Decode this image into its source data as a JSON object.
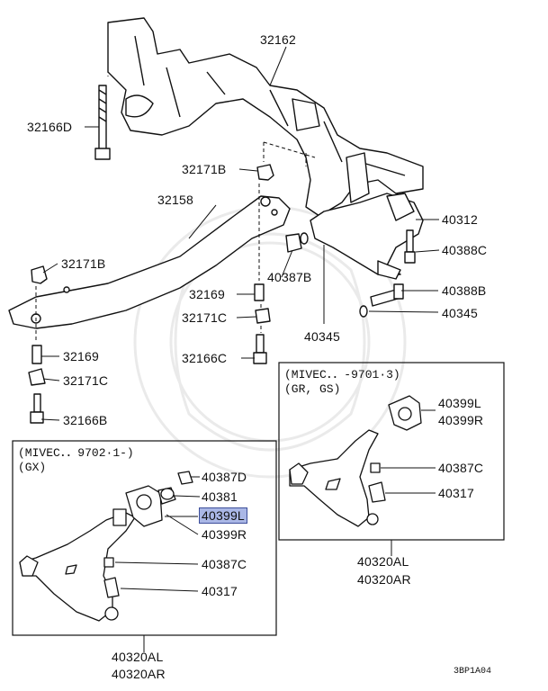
{
  "labels": {
    "l32162": "32162",
    "l32166d": "32166D",
    "l32171b_a": "32171B",
    "l32158": "32158",
    "l40312": "40312",
    "l40388c": "40388C",
    "l32171b_b": "32171B",
    "l40387b": "40387B",
    "l32169_a": "32169",
    "l40388b": "40388B",
    "l32171c_a": "32171C",
    "l40345_a": "40345",
    "l40345_b": "40345",
    "l32166c": "32166C",
    "l32169_b": "32169",
    "l32171c_b": "32171C",
    "l32166b": "32166B"
  },
  "left_box": {
    "note_line1": "(MIVEC．．9702·1-)",
    "note_line2": "(GX)",
    "l40387d": "40387D",
    "l40381": "40381",
    "l40399l": "40399L",
    "l40399r": "40399R",
    "l40387c": "40387C",
    "l40317": "40317",
    "l40320al": "40320AL",
    "l40320ar": "40320AR"
  },
  "right_box": {
    "note_line1": "(MIVEC．．-9701·3)",
    "note_line2": "(GR, GS)",
    "l40399l": "40399L",
    "l40399r": "40399R",
    "l40387c": "40387C",
    "l40317": "40317",
    "l40320al": "40320AL",
    "l40320ar": "40320AR"
  },
  "highlight_color": "#aab7e6",
  "figure_code": "3BP1A04"
}
